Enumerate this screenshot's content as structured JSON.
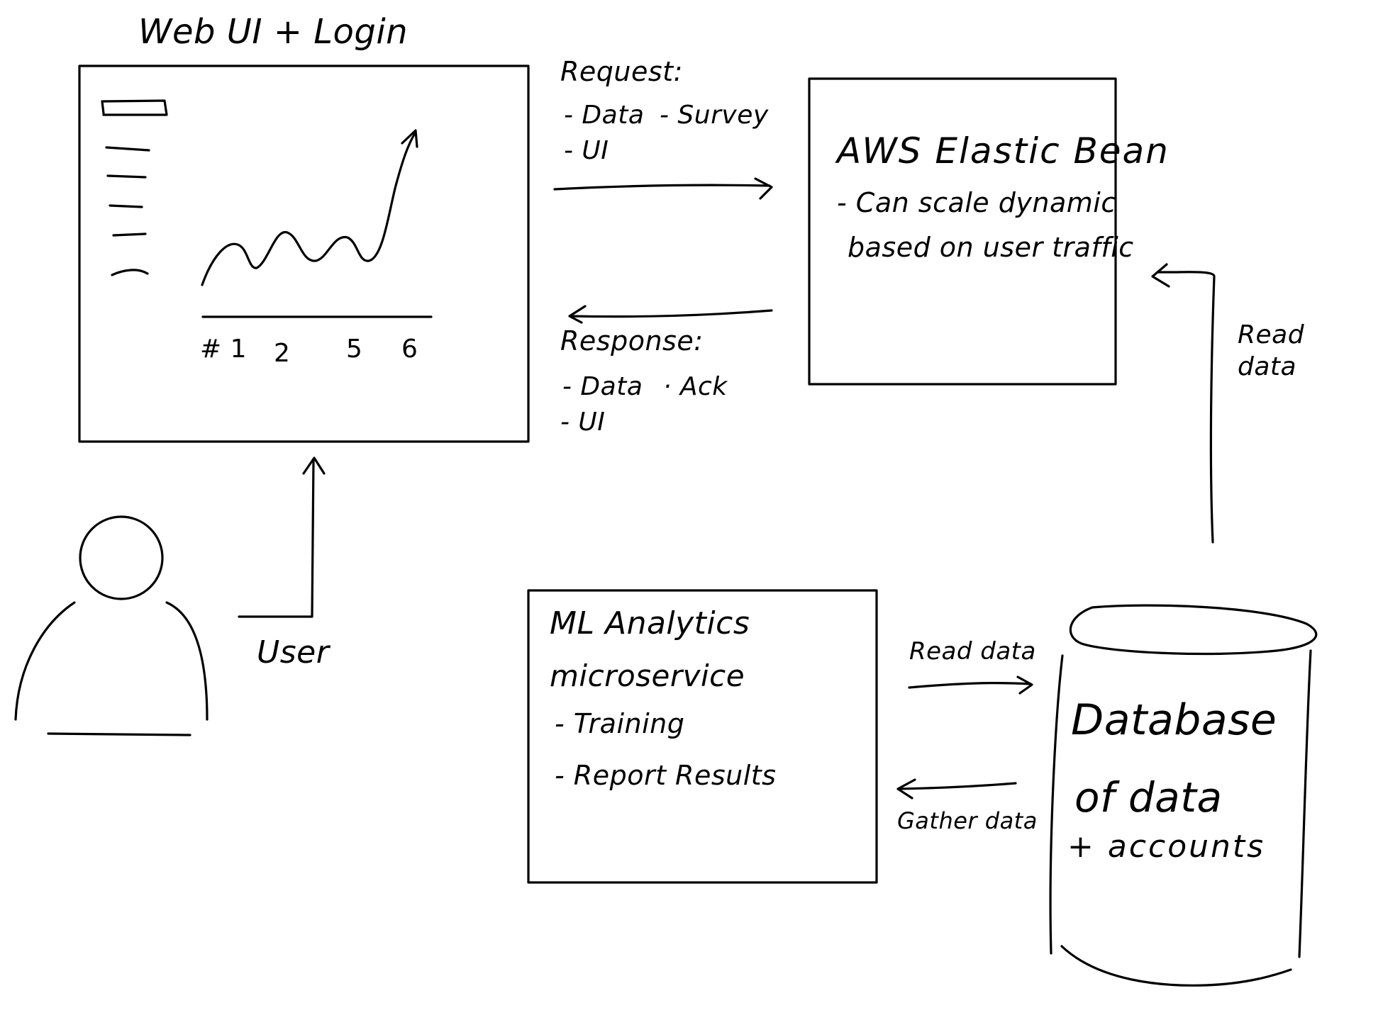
{
  "web_box": {
    "title": "Web UI + Login",
    "x_ticks": [
      "# 1",
      "2",
      "5",
      "6"
    ]
  },
  "request": {
    "title": "Request:",
    "items": [
      "- Data",
      "- Survey",
      "- UI"
    ]
  },
  "response": {
    "title": "Response:",
    "items": [
      "- Data",
      "· Ack",
      "- UI"
    ]
  },
  "aws_box": {
    "title": "AWS Elastic Bean",
    "line1": "- Can scale dynamic",
    "line2": "based on user traffic"
  },
  "right_arrow_label": {
    "line1": "Read",
    "line2": "data"
  },
  "user": {
    "label": "User"
  },
  "ml_box": {
    "title": "ML Analytics",
    "subtitle": "microservice",
    "items": [
      "- Training",
      "- Report Results"
    ]
  },
  "mid_arrows": {
    "read_label": "Read data",
    "gather_label": "Gather data"
  },
  "database": {
    "line1": "Database",
    "line2": "of data",
    "line3": "+ accounts"
  }
}
